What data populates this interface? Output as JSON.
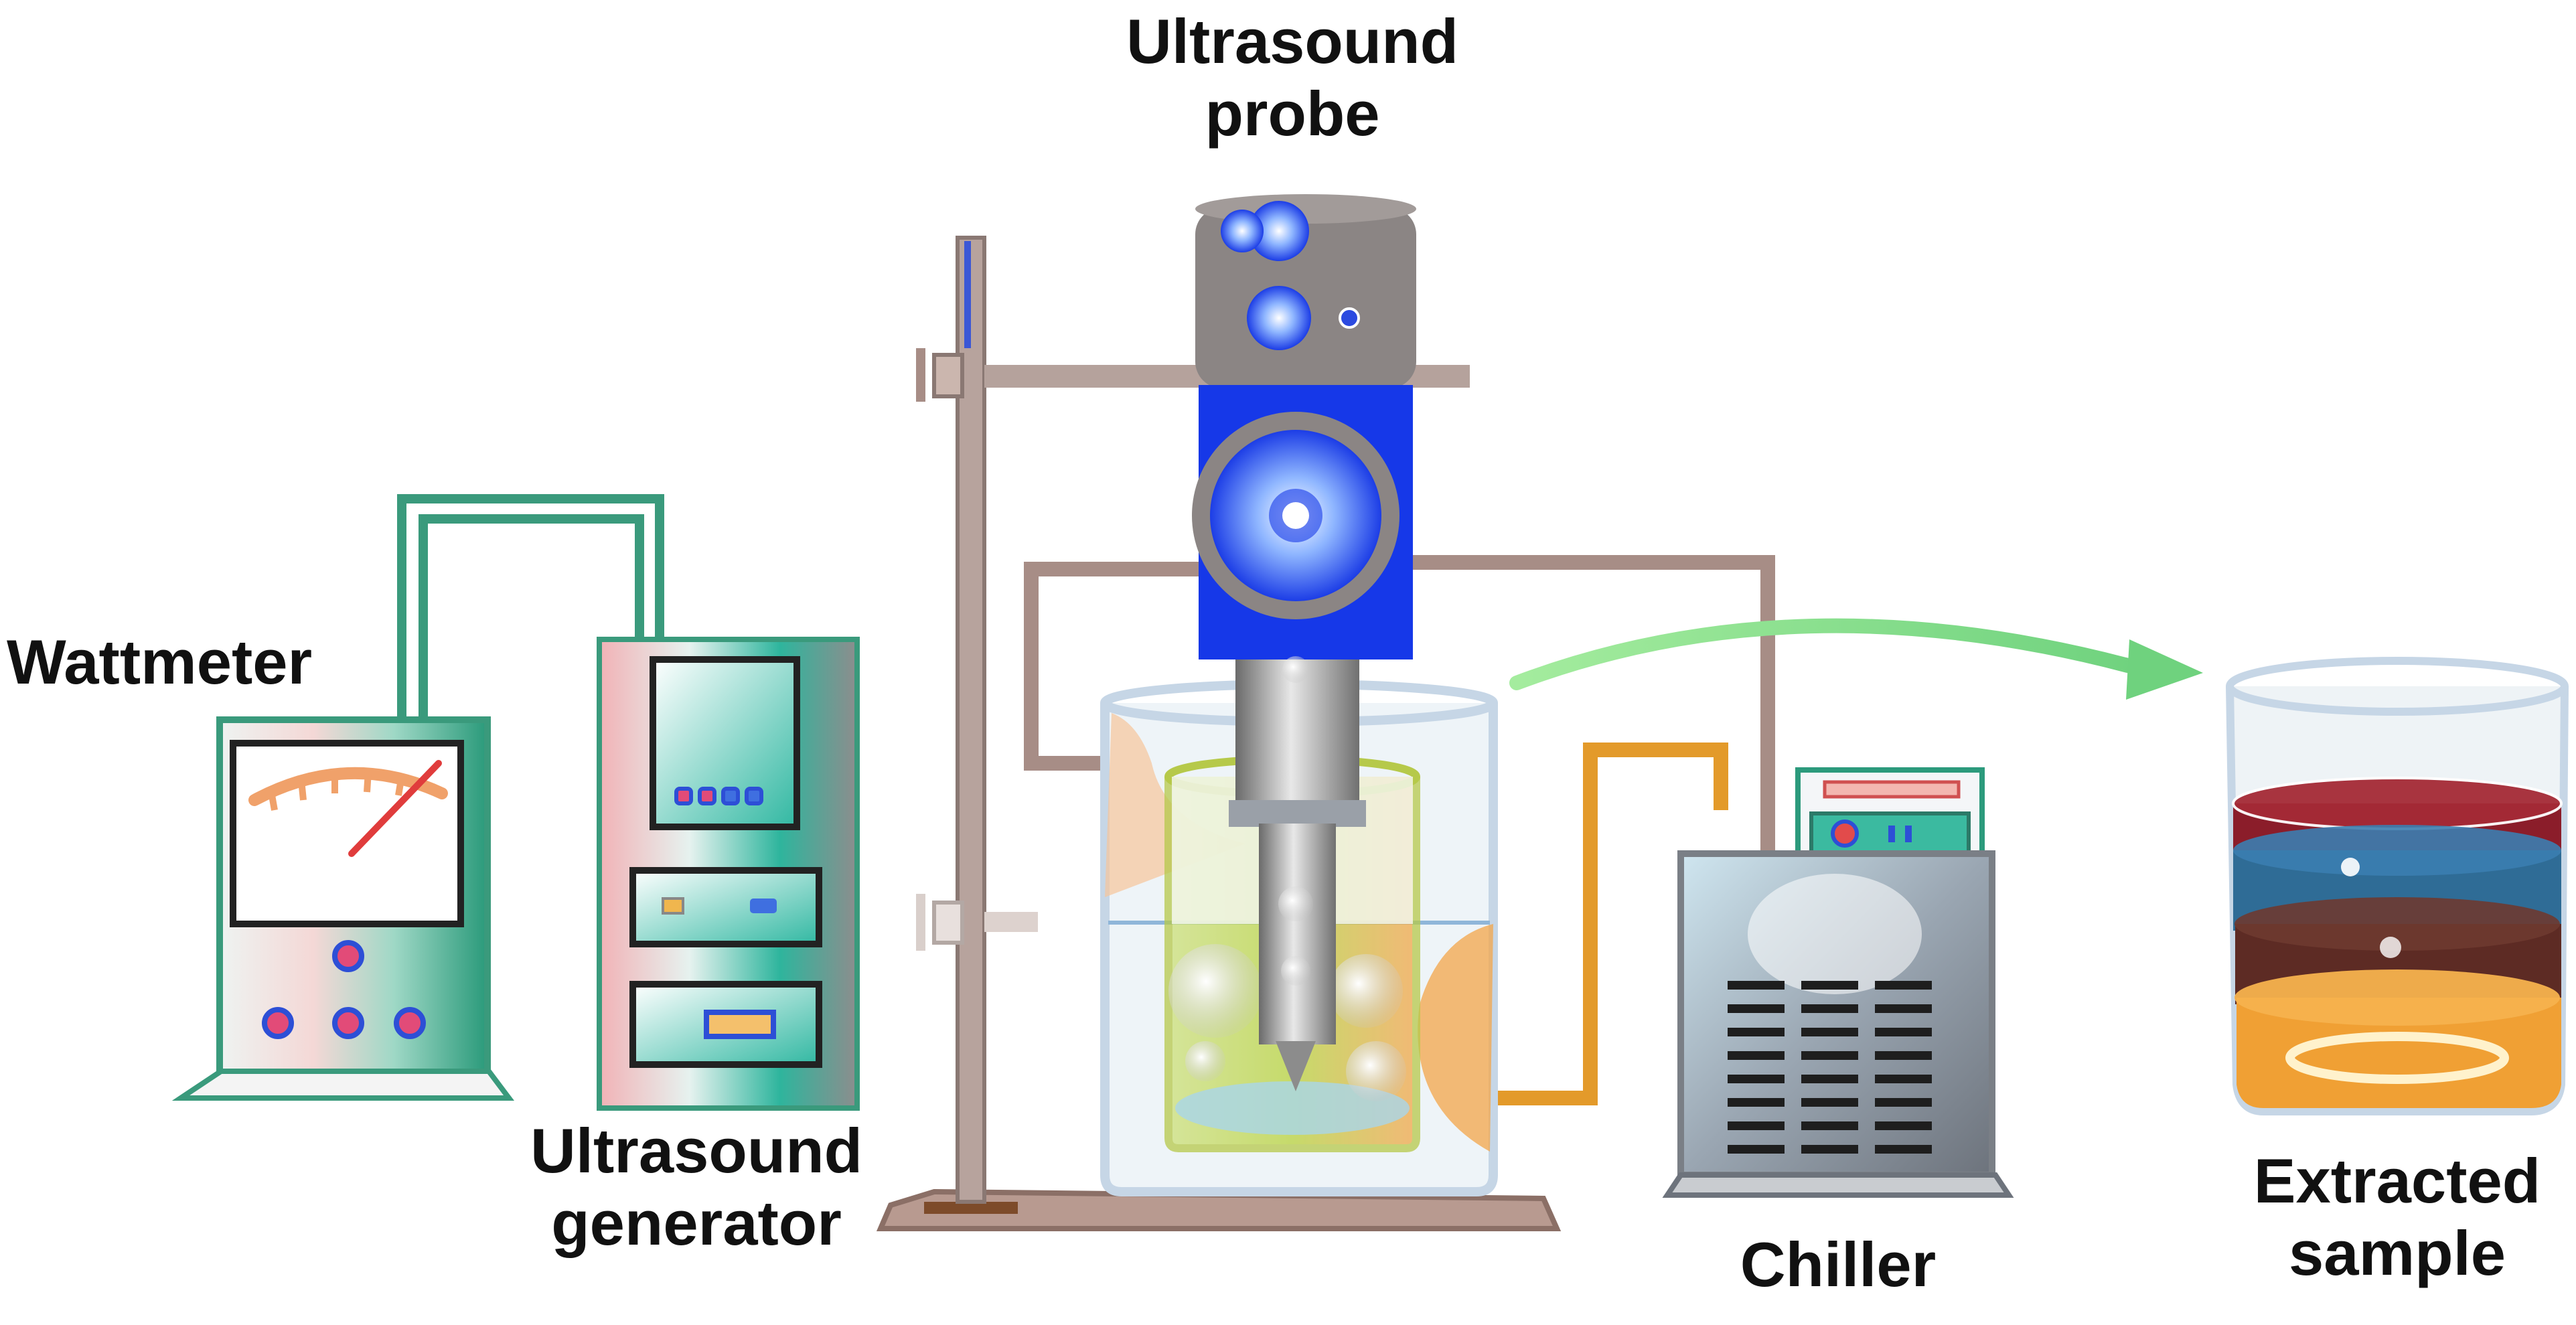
{
  "labels": {
    "ultrasound_probe": [
      "Ultrasound",
      "probe"
    ],
    "wattmeter": "Wattmeter",
    "ultrasound_generator": [
      "Ultrasound",
      "generator"
    ],
    "chiller": "Chiller",
    "extracted_sample": [
      "Extracted",
      "sample"
    ]
  },
  "colors": {
    "tubing_green": "#3a9a7c",
    "tubing_brown": "#a78d86",
    "tubing_orange": "#e39a2a",
    "probe_blue": "#1638e8",
    "probe_gray": "#8b8584",
    "arrow_green": "#8fe28f",
    "wattmeter_needle": "#e03c3c"
  },
  "icons": [
    "wattmeter-icon",
    "ultrasound-generator-icon",
    "retort-stand-icon",
    "ultrasound-probe-icon",
    "extraction-beaker-icon",
    "chiller-icon",
    "sample-beaker-icon",
    "flow-arrow-icon"
  ]
}
